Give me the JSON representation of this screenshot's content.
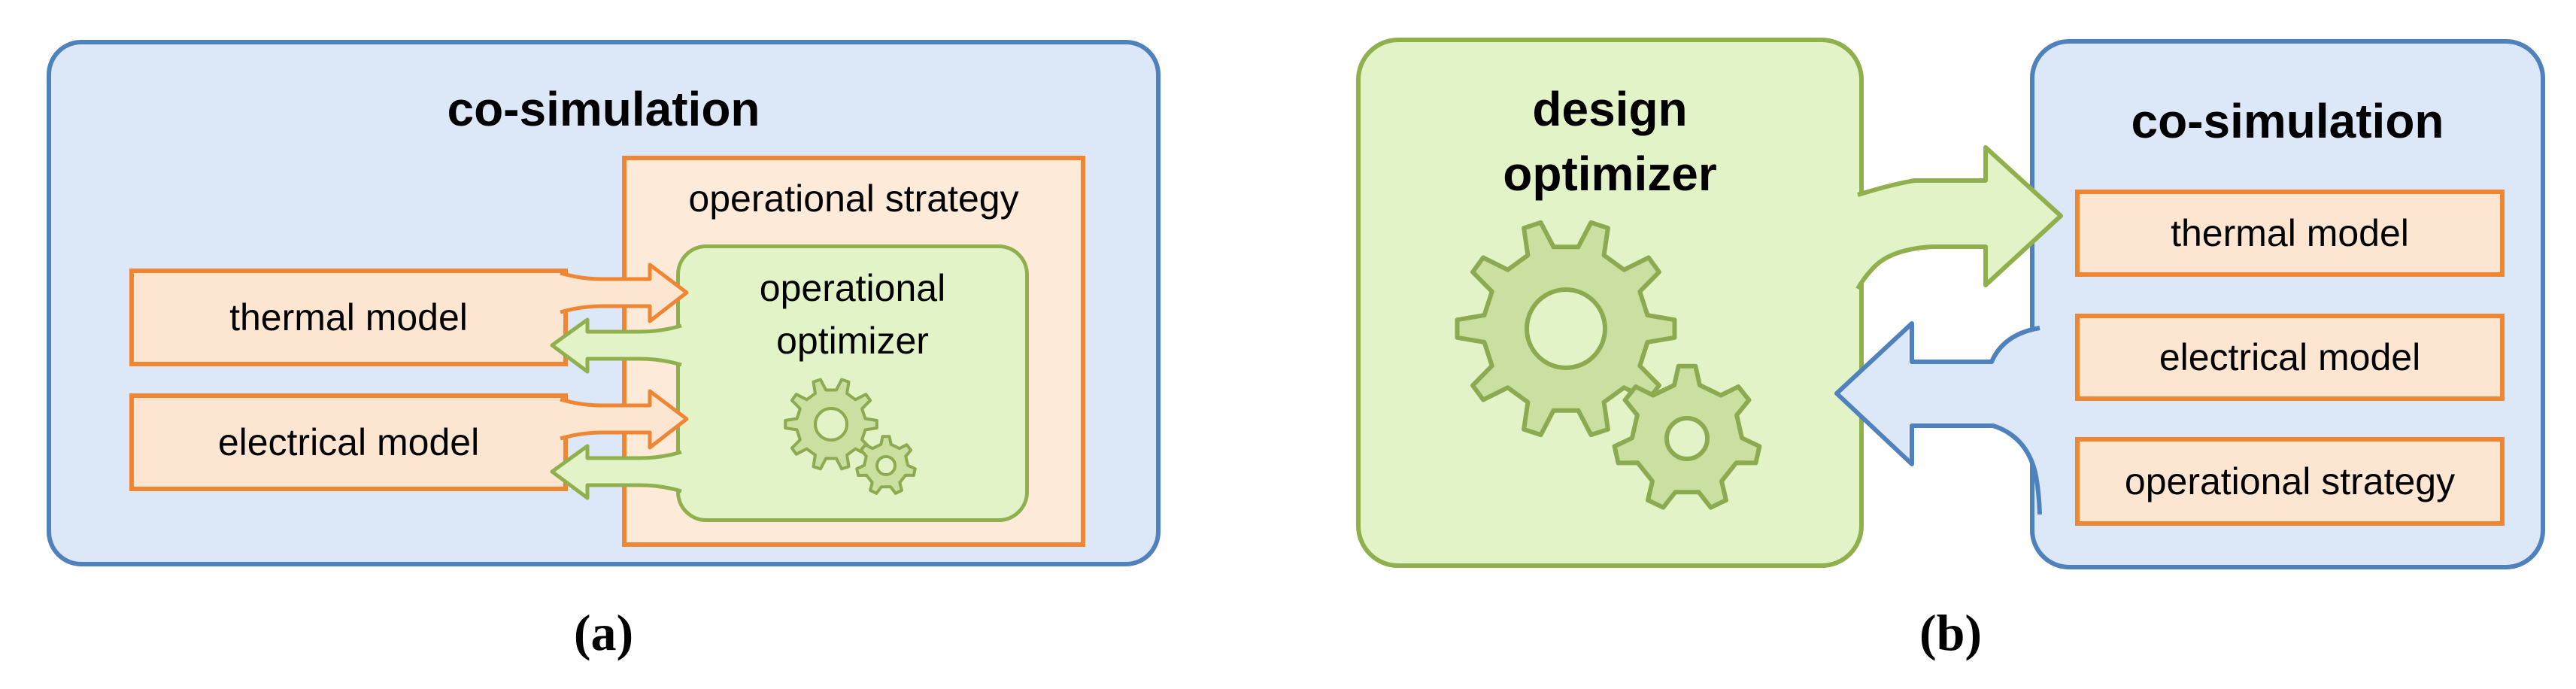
{
  "figure": {
    "panel_a": {
      "caption": "(a)",
      "title": "co-simulation",
      "strategy_box_label": "operational strategy",
      "optimizer_label_line1": "operational",
      "optimizer_label_line2": "optimizer",
      "thermal_box_label": "thermal model",
      "electrical_box_label": "electrical model"
    },
    "panel_b": {
      "caption": "(b)",
      "optimizer_title_line1": "design",
      "optimizer_title_line2": "optimizer",
      "cosim_title": "co-simulation",
      "boxes": [
        "thermal model",
        "electrical model",
        "operational strategy"
      ]
    }
  },
  "icons": {
    "gears-icon": "two meshed cog wheels (svg shape)",
    "bent-right-arrow-icon": "bent ribbon arrow pointing right (svg shape)",
    "bent-left-arrow-icon": "bent ribbon arrow pointing left (svg shape)"
  },
  "colors": {
    "blue_fill": "#dce7f7",
    "blue_border": "#4f81bd",
    "orange_fill": "#fce6d2",
    "orange_fill_light": "#fdead9",
    "orange_border": "#ee8633",
    "green_fill": "#e2f3c8",
    "green_border": "#90b04e",
    "gear_fill": "#c9e0a0",
    "gear_border": "#8cab50",
    "text": "#000000",
    "page_bg": "#ffffff"
  }
}
